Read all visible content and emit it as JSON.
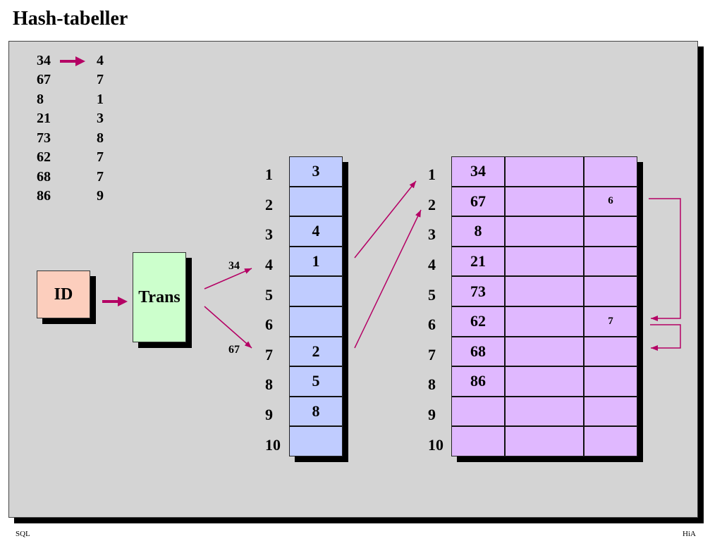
{
  "title": "Hash-tabeller",
  "mapping": [
    {
      "key": "34",
      "hash": "4"
    },
    {
      "key": "67",
      "hash": "7"
    },
    {
      "key": "8",
      "hash": "1"
    },
    {
      "key": "21",
      "hash": "3"
    },
    {
      "key": "73",
      "hash": "8"
    },
    {
      "key": "62",
      "hash": "7"
    },
    {
      "key": "68",
      "hash": "7"
    },
    {
      "key": "86",
      "hash": "9"
    }
  ],
  "id_box": {
    "label": "ID"
  },
  "trans_box": {
    "label": "Trans"
  },
  "trans_arrows": [
    {
      "label": "34"
    },
    {
      "label": "67"
    }
  ],
  "index_table": {
    "row_labels": [
      "1",
      "2",
      "3",
      "4",
      "5",
      "6",
      "7",
      "8",
      "9",
      "10"
    ],
    "cells": [
      "3",
      "",
      "4",
      "1",
      "",
      "",
      "2",
      "5",
      "8",
      ""
    ]
  },
  "data_table": {
    "row_labels": [
      "1",
      "2",
      "3",
      "4",
      "5",
      "6",
      "7",
      "8",
      "9",
      "10"
    ],
    "rows": [
      [
        "34",
        "",
        ""
      ],
      [
        "67",
        "",
        "6"
      ],
      [
        "8",
        "",
        ""
      ],
      [
        "21",
        "",
        ""
      ],
      [
        "73",
        "",
        ""
      ],
      [
        "62",
        "",
        "7"
      ],
      [
        "68",
        "",
        ""
      ],
      [
        "86",
        "",
        ""
      ],
      [
        "",
        "",
        ""
      ],
      [
        "",
        "",
        ""
      ]
    ]
  },
  "footer": {
    "left": "SQL",
    "right": "HiA"
  },
  "colors": {
    "arrow": "#b40064",
    "panel": "#d4d4d4",
    "id_box": "#fccebd",
    "trans_box": "#ccffcc",
    "index_table": "#c0ccff",
    "data_table": "#e0b8ff"
  }
}
